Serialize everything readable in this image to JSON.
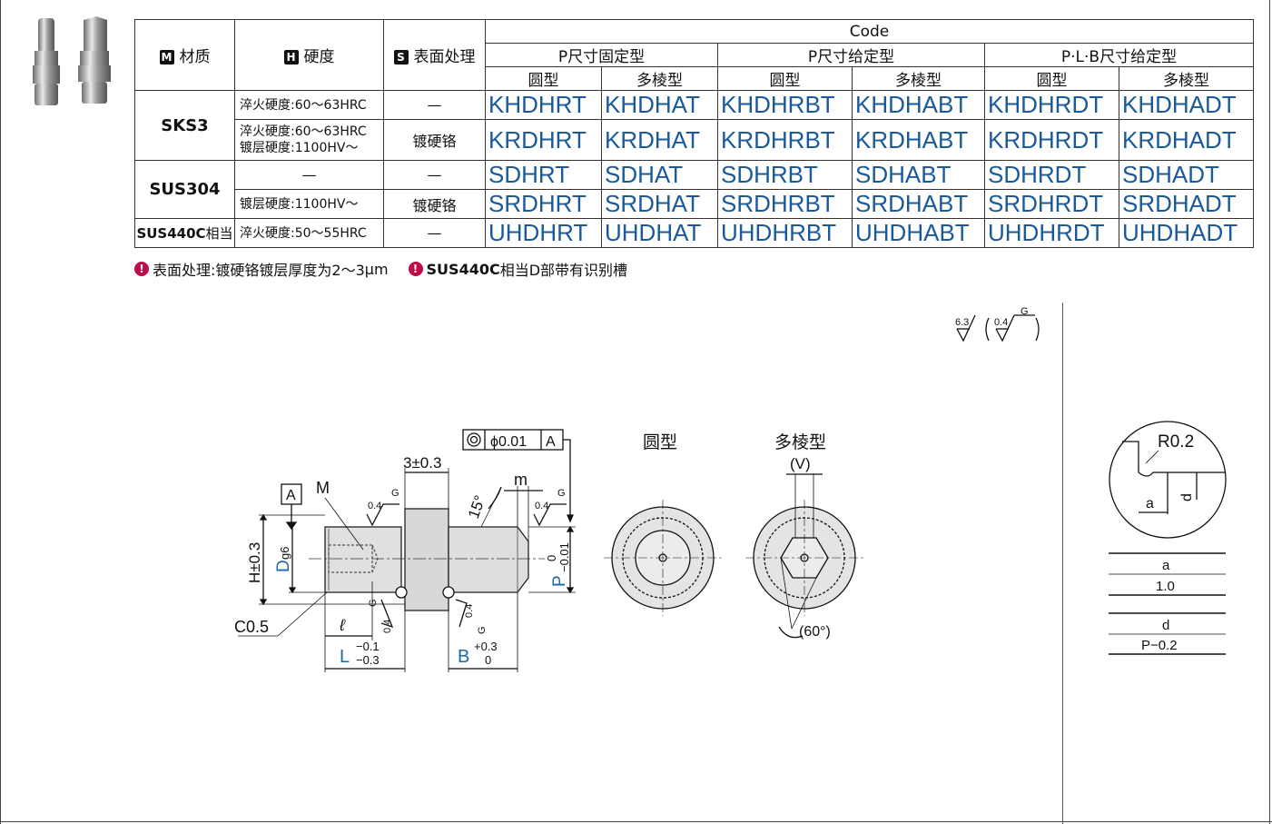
{
  "table": {
    "header": {
      "material_label": "材质",
      "material_badge": "M",
      "hardness_label": "硬度",
      "hardness_badge": "H",
      "surface_label": "表面处理",
      "surface_badge": "S",
      "code": "Code",
      "groups": [
        "P尺寸固定型",
        "P尺寸给定型",
        "P·L·B尺寸给定型"
      ],
      "subtypes": [
        "圆型",
        "多棱型",
        "圆型",
        "多棱型",
        "圆型",
        "多棱型"
      ]
    },
    "rows": [
      {
        "material": "SKS3",
        "hardness": "淬火硬度:60～63HRC",
        "hardness2": "",
        "surface": "—",
        "codes": [
          "KHDHRT",
          "KHDHAT",
          "KHDHRBT",
          "KHDHABT",
          "KHDHRDT",
          "KHDHADT"
        ]
      },
      {
        "material": "",
        "hardness": "淬火硬度:60～63HRC",
        "hardness2": "镀层硬度:1100HV～",
        "surface": "镀硬铬",
        "codes": [
          "KRDHRT",
          "KRDHAT",
          "KRDHRBT",
          "KRDHABT",
          "KRDHRDT",
          "KRDHADT"
        ]
      },
      {
        "material": "SUS304",
        "hardness": "—",
        "hardness2": "",
        "surface": "—",
        "codes": [
          "SDHRT",
          "SDHAT",
          "SDHRBT",
          "SDHABT",
          "SDHRDT",
          "SDHADT"
        ]
      },
      {
        "material": "",
        "hardness": "镀层硬度:1100HV～",
        "hardness2": "",
        "surface": "镀硬铬",
        "codes": [
          "SRDHRT",
          "SRDHAT",
          "SRDHRBT",
          "SRDHABT",
          "SRDHRDT",
          "SRDHADT"
        ]
      },
      {
        "material": "SUS440C",
        "material_suffix": "相当",
        "hardness": "淬火硬度:50～55HRC",
        "hardness2": "",
        "surface": "—",
        "codes": [
          "UHDHRT",
          "UHDHAT",
          "UHDHRBT",
          "UHDHABT",
          "UHDHRDT",
          "UHDHADT"
        ]
      }
    ]
  },
  "notes": {
    "note1": "表面处理:镀硬铬镀层厚度为2～3",
    "note1_unit": "μm",
    "note2_bold": "SUS440C",
    "note2": "相当D部带有识别槽"
  },
  "drawing": {
    "datum": "A",
    "tolerance_symbol": "◎",
    "tolerance_value": "ϕ0.01",
    "tolerance_datum": "A",
    "dim_3": "3±0.3",
    "label_M": "M",
    "label_m": "m",
    "angle_15": "15°",
    "roughness_04": "0.4",
    "roughness_G": "G",
    "H_label": "H±0.3",
    "D_label": "D",
    "D_tol": "g6",
    "P_label": "P",
    "P_tol_upper": "0",
    "P_tol_lower": "−0.01",
    "C05": "C0.5",
    "ell": "ℓ",
    "L_label": "L",
    "L_tol_upper": "−0.1",
    "L_tol_lower": "−0.3",
    "B_label": "B",
    "B_tol_upper": "+0.3",
    "B_tol_lower": "0",
    "round_title": "圆型",
    "poly_title": "多棱型",
    "V_label": "(V)",
    "angle_60": "(60°)",
    "roughness_63": "6.3",
    "roughness_paren_04": "0.4",
    "roughness_paren_G": "G",
    "detail_R": "R0.2",
    "detail_a": "a",
    "detail_d": "d",
    "table_a_head": "a",
    "table_a_val": "1.0",
    "table_d_head": "d",
    "table_d_val": "P−0.2"
  },
  "colors": {
    "code_blue": "#1a5a9a",
    "dim_blue": "#1a6aaa",
    "warn": "#c00a4a"
  }
}
